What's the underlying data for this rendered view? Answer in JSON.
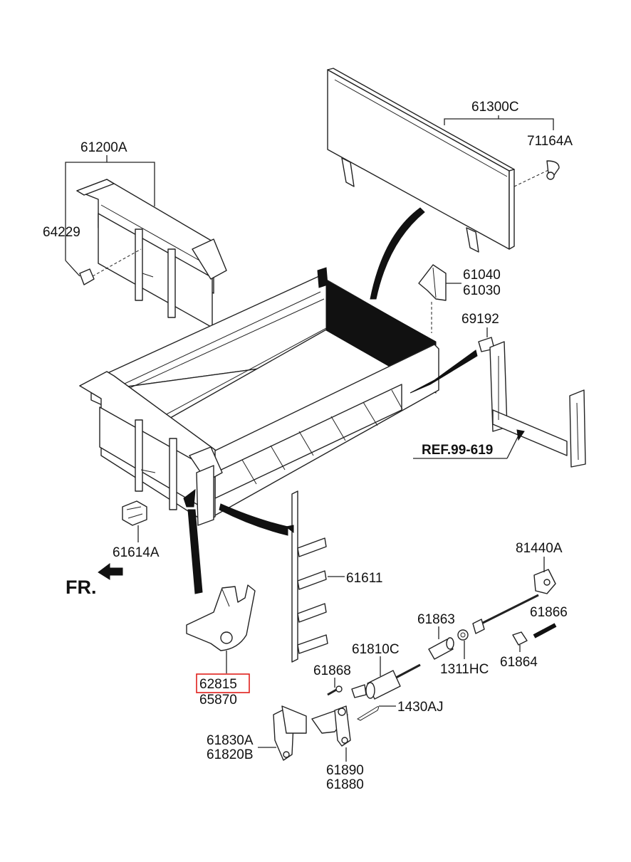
{
  "labels": {
    "l61300C": "61300C",
    "l71164A": "71164A",
    "l61200A": "61200A",
    "l64229": "64229",
    "l61040": "61040",
    "l61030": "61030",
    "l69192": "69192",
    "ref": "REF.99-619",
    "l61614A": "61614A",
    "fr": "FR.",
    "l61611": "61611",
    "l81440A": "81440A",
    "l61866": "61866",
    "l61863": "61863",
    "l61864": "61864",
    "l1311HC": "1311HC",
    "l61810C": "61810C",
    "l61868": "61868",
    "l62815": "62815",
    "l65870": "65870",
    "l1430AJ": "1430AJ",
    "l61830A": "61830A",
    "l61820B": "61820B",
    "l61890": "61890",
    "l61880": "61880"
  },
  "highlight": {
    "part": "62815",
    "color": "#e0201c"
  }
}
